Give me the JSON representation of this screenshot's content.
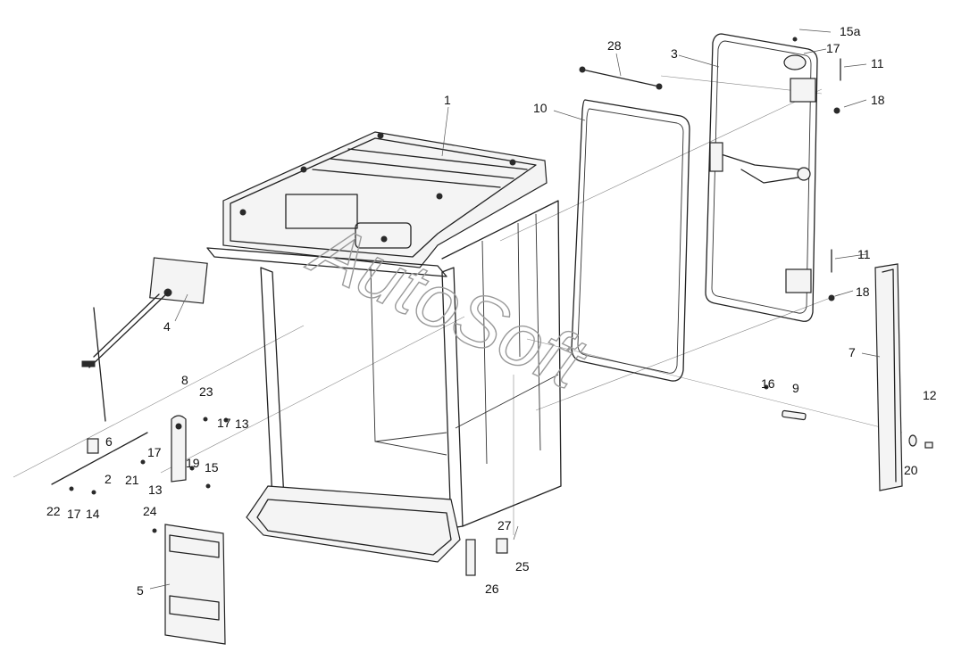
{
  "watermark": "AutoSoft",
  "callouts": [
    {
      "id": "c1",
      "label": "1"
    },
    {
      "id": "c2",
      "label": "2"
    },
    {
      "id": "c3",
      "label": "3"
    },
    {
      "id": "c4",
      "label": "4"
    },
    {
      "id": "c5",
      "label": "5"
    },
    {
      "id": "c6",
      "label": "6"
    },
    {
      "id": "c7",
      "label": "7"
    },
    {
      "id": "c8",
      "label": "8"
    },
    {
      "id": "c9",
      "label": "9"
    },
    {
      "id": "c10",
      "label": "10"
    },
    {
      "id": "c11a",
      "label": "11"
    },
    {
      "id": "c11b",
      "label": "11"
    },
    {
      "id": "c12",
      "label": "12"
    },
    {
      "id": "c13a",
      "label": "13"
    },
    {
      "id": "c13b",
      "label": "13"
    },
    {
      "id": "c14",
      "label": "14"
    },
    {
      "id": "c15",
      "label": "15"
    },
    {
      "id": "c15a",
      "label": "15a"
    },
    {
      "id": "c16",
      "label": "16"
    },
    {
      "id": "c17a",
      "label": "17"
    },
    {
      "id": "c17b",
      "label": "17"
    },
    {
      "id": "c17c",
      "label": "17"
    },
    {
      "id": "c17d",
      "label": "17"
    },
    {
      "id": "c18a",
      "label": "18"
    },
    {
      "id": "c18b",
      "label": "18"
    },
    {
      "id": "c19",
      "label": "19"
    },
    {
      "id": "c20",
      "label": "20"
    },
    {
      "id": "c21",
      "label": "21"
    },
    {
      "id": "c22",
      "label": "22"
    },
    {
      "id": "c23",
      "label": "23"
    },
    {
      "id": "c24",
      "label": "24"
    },
    {
      "id": "c25",
      "label": "25"
    },
    {
      "id": "c26",
      "label": "26"
    },
    {
      "id": "c27",
      "label": "27"
    },
    {
      "id": "c28",
      "label": "28"
    }
  ]
}
